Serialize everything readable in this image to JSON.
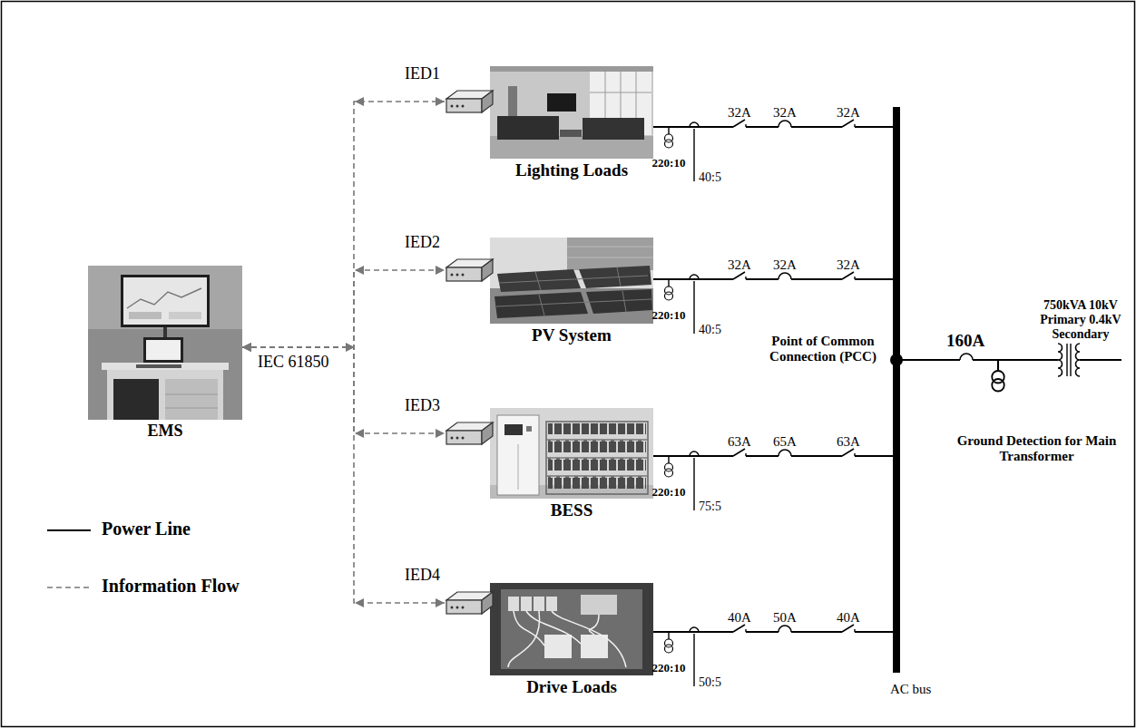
{
  "diagram": {
    "nodes": [
      {
        "text": [
          "EMS"
        ]
      },
      {
        "text": [
          "IED1"
        ]
      },
      {
        "text": [
          "Lighting Loads"
        ]
      },
      {
        "text": [
          "IED2"
        ]
      },
      {
        "text": [
          "PV System"
        ]
      },
      {
        "text": [
          "IED3"
        ]
      },
      {
        "text": [
          "BESS"
        ]
      },
      {
        "text": [
          "IED4"
        ]
      },
      {
        "text": [
          "Drive Loads"
        ]
      },
      {
        "text": [
          "AC bus"
        ]
      },
      {
        "text": [
          "750kVA 10kV Primary 0.4kV Secondary"
        ]
      }
    ],
    "edges": [
      {
        "from": 0,
        "to": 1,
        "arrow": "both"
      },
      {
        "from": 0,
        "to": 3,
        "arrow": "both"
      },
      {
        "from": 0,
        "to": 5,
        "arrow": "both"
      },
      {
        "from": 0,
        "to": 7,
        "arrow": "both"
      },
      {
        "from": 2,
        "to": 9,
        "arrow": "none"
      },
      {
        "from": 4,
        "to": 9,
        "arrow": "none"
      },
      {
        "from": 6,
        "to": 9,
        "arrow": "none"
      },
      {
        "from": 8,
        "to": 9,
        "arrow": "none"
      },
      {
        "from": 9,
        "to": 10,
        "arrow": "none",
        "label": "160A"
      }
    ],
    "labels": [
      "IEC 61850",
      "32A",
      "32A",
      "32A",
      "220:10",
      "40:5",
      "32A",
      "32A",
      "32A",
      "220:10",
      "40:5",
      "63A",
      "65A",
      "63A",
      "220:10",
      "75:5",
      "40A",
      "50A",
      "40A",
      "220:10",
      "50:5",
      "Point of Common Connection (PCC)",
      "Ground Detection for Main Transformer"
    ],
    "legend": [
      {
        "text": "Power Line"
      },
      {
        "text": "Information Flow"
      }
    ]
  }
}
